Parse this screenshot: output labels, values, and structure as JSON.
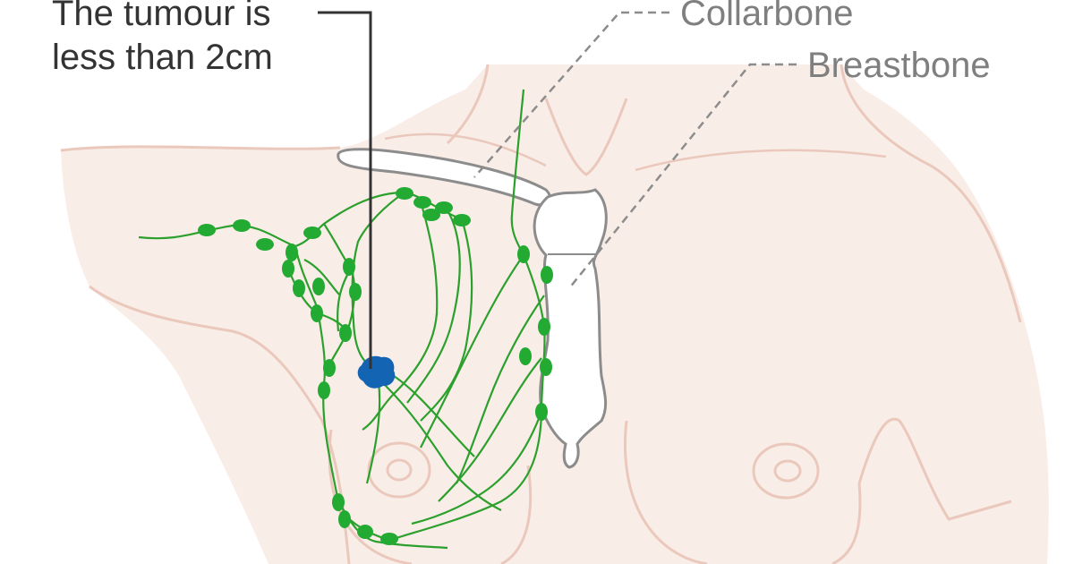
{
  "labels": {
    "tumour_line1": "The tumour is",
    "tumour_line2": "less than 2cm",
    "collarbone": "Collarbone",
    "breastbone": "Breastbone"
  },
  "colors": {
    "skin_fill": "#f9ede8",
    "skin_outline": "#eac8bc",
    "lymph": "#2ca02c",
    "lymph_node": "#22aa33",
    "tumour": "#1464b4",
    "bone_fill": "#ffffff",
    "bone_outline": "#8c8c8c",
    "leader_dark": "#333333",
    "leader_grey": "#8c8c8c",
    "label_dark": "#333333",
    "label_grey": "#7f7f7f"
  }
}
